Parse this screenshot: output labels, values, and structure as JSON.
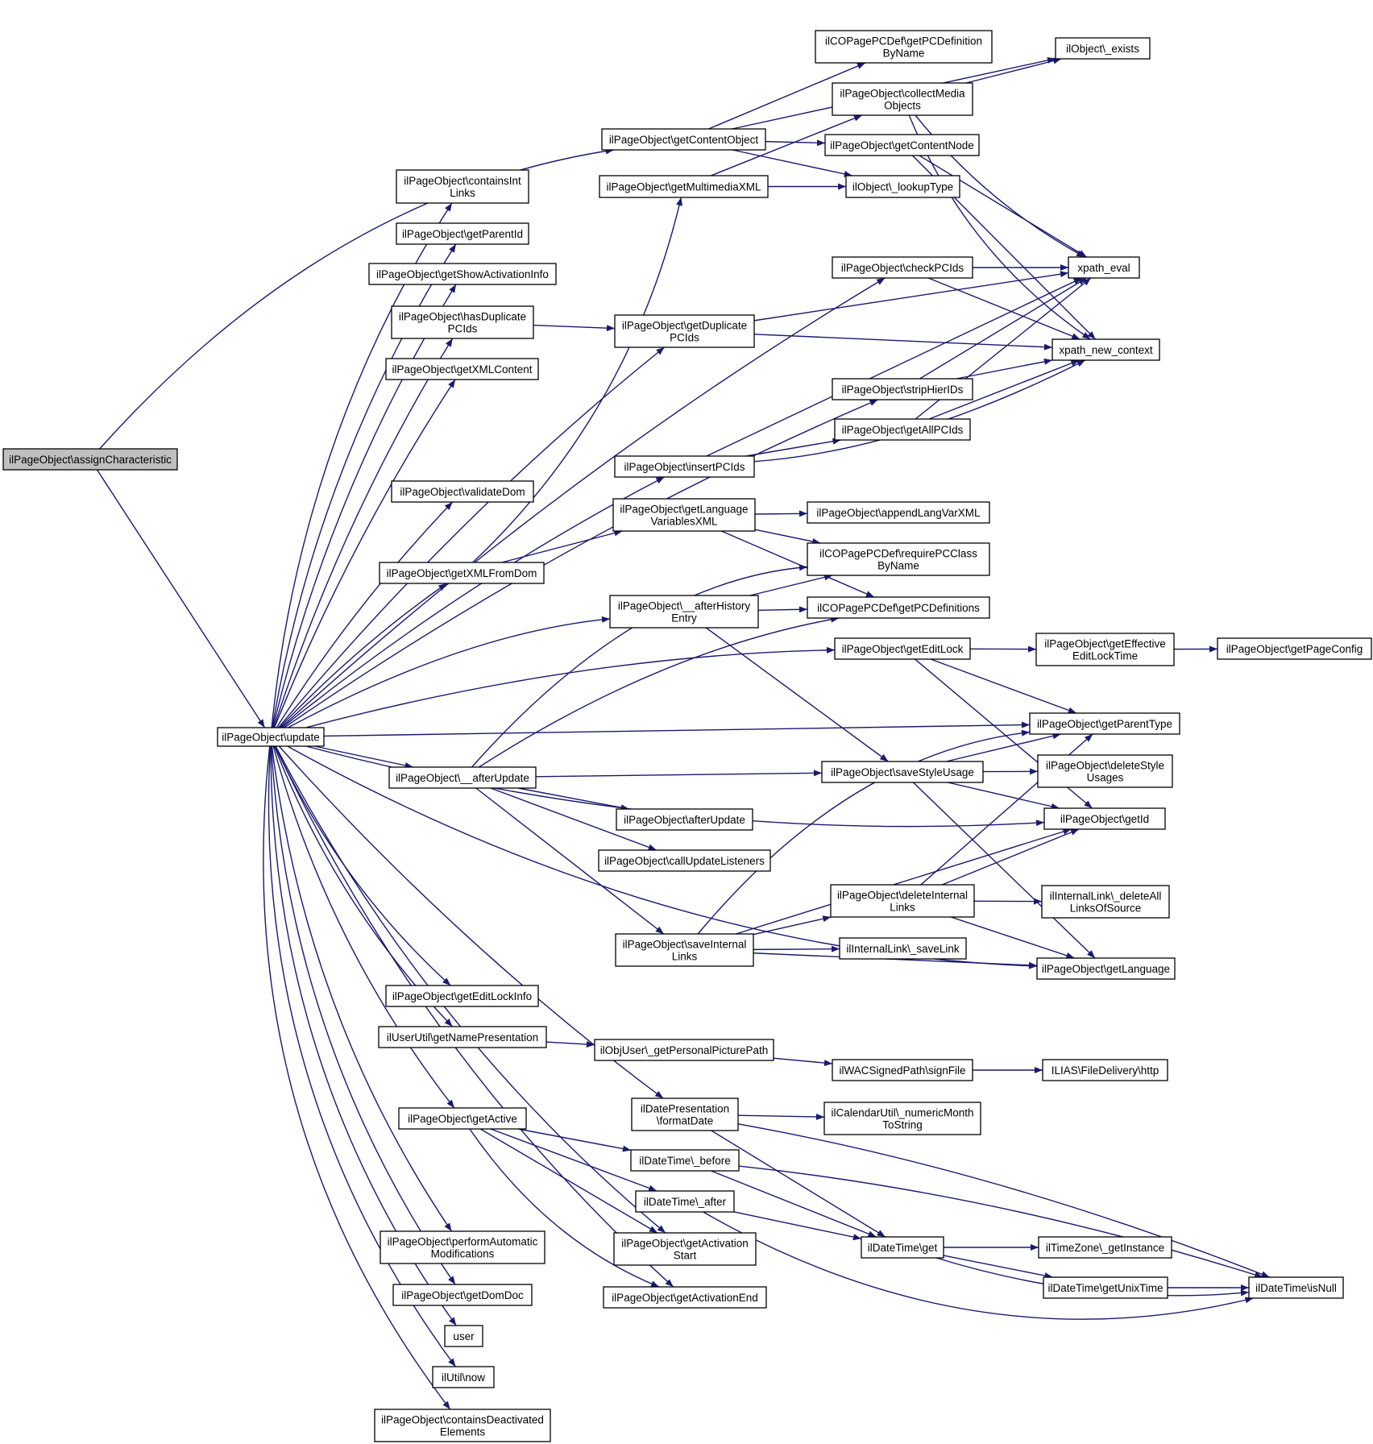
{
  "diagram": {
    "type": "call-graph",
    "colors": {
      "edge": "#191970",
      "node_border": "#000000",
      "root_fill": "#bfbfbf",
      "node_fill": "#ffffff"
    },
    "nodes": [
      {
        "id": "assignChar",
        "lines": [
          "ilPageObject\\assignCharacteristic"
        ],
        "root": true
      },
      {
        "id": "update",
        "lines": [
          "ilPageObject\\update"
        ]
      },
      {
        "id": "getContentObject",
        "lines": [
          "ilPageObject\\getContentObject"
        ]
      },
      {
        "id": "getPCDefByName",
        "lines": [
          "ilCOPagePCDef\\getPCDefinition",
          "ByName"
        ]
      },
      {
        "id": "exists",
        "lines": [
          "ilObject\\_exists"
        ]
      },
      {
        "id": "collectMedia",
        "lines": [
          "ilPageObject\\collectMedia",
          "Objects"
        ]
      },
      {
        "id": "getContentNode",
        "lines": [
          "ilPageObject\\getContentNode"
        ]
      },
      {
        "id": "lookupType",
        "lines": [
          "ilObject\\_lookupType"
        ]
      },
      {
        "id": "containsIntLinks",
        "lines": [
          "ilPageObject\\containsInt",
          "Links"
        ]
      },
      {
        "id": "getMultimediaXML",
        "lines": [
          "ilPageObject\\getMultimediaXML"
        ]
      },
      {
        "id": "getParentId",
        "lines": [
          "ilPageObject\\getParentId"
        ]
      },
      {
        "id": "checkPCIds",
        "lines": [
          "ilPageObject\\checkPCIds"
        ]
      },
      {
        "id": "xpathEval",
        "lines": [
          "xpath_eval"
        ]
      },
      {
        "id": "getShowActInfo",
        "lines": [
          "ilPageObject\\getShowActivationInfo"
        ]
      },
      {
        "id": "hasDupPCIds",
        "lines": [
          "ilPageObject\\hasDuplicate",
          "PCIds"
        ]
      },
      {
        "id": "getDupPCIds",
        "lines": [
          "ilPageObject\\getDuplicate",
          "PCIds"
        ]
      },
      {
        "id": "xpathNewCtx",
        "lines": [
          "xpath_new_context"
        ]
      },
      {
        "id": "getXMLContent",
        "lines": [
          "ilPageObject\\getXMLContent"
        ]
      },
      {
        "id": "stripHierIDs",
        "lines": [
          "ilPageObject\\stripHierIDs"
        ]
      },
      {
        "id": "getAllPCIds",
        "lines": [
          "ilPageObject\\getAllPCIds"
        ]
      },
      {
        "id": "insertPCIds",
        "lines": [
          "ilPageObject\\insertPCIds"
        ]
      },
      {
        "id": "validateDom",
        "lines": [
          "ilPageObject\\validateDom"
        ]
      },
      {
        "id": "getLangVarsXML",
        "lines": [
          "ilPageObject\\getLanguage",
          "VariablesXML"
        ]
      },
      {
        "id": "appendLangVarXML",
        "lines": [
          "ilPageObject\\appendLangVarXML"
        ]
      },
      {
        "id": "getXMLFromDom",
        "lines": [
          "ilPageObject\\getXMLFromDom"
        ]
      },
      {
        "id": "requirePCClass",
        "lines": [
          "ilCOPagePCDef\\requirePCClass",
          "ByName"
        ]
      },
      {
        "id": "afterHistEntry",
        "lines": [
          "ilPageObject\\__afterHistory",
          "Entry"
        ]
      },
      {
        "id": "getPCDefs",
        "lines": [
          "ilCOPagePCDef\\getPCDefinitions"
        ]
      },
      {
        "id": "getEditLock",
        "lines": [
          "ilPageObject\\getEditLock"
        ]
      },
      {
        "id": "getEffEditLock",
        "lines": [
          "ilPageObject\\getEffective",
          "EditLockTime"
        ]
      },
      {
        "id": "getPageConfig",
        "lines": [
          "ilPageObject\\getPageConfig"
        ]
      },
      {
        "id": "getParentType",
        "lines": [
          "ilPageObject\\getParentType"
        ]
      },
      {
        "id": "afterUpdateInt",
        "lines": [
          "ilPageObject\\__afterUpdate"
        ]
      },
      {
        "id": "saveStyleUsage",
        "lines": [
          "ilPageObject\\saveStyleUsage"
        ]
      },
      {
        "id": "deleteStyleUsages",
        "lines": [
          "ilPageObject\\deleteStyle",
          "Usages"
        ]
      },
      {
        "id": "afterUpdate",
        "lines": [
          "ilPageObject\\afterUpdate"
        ]
      },
      {
        "id": "getId",
        "lines": [
          "ilPageObject\\getId"
        ]
      },
      {
        "id": "callUpdListeners",
        "lines": [
          "ilPageObject\\callUpdateListeners"
        ]
      },
      {
        "id": "deleteIntLinks",
        "lines": [
          "ilPageObject\\deleteInternal",
          "Links"
        ]
      },
      {
        "id": "deleteAllLinks",
        "lines": [
          "ilInternalLink\\_deleteAll",
          "LinksOfSource"
        ]
      },
      {
        "id": "saveIntLinks",
        "lines": [
          "ilPageObject\\saveInternal",
          "Links"
        ]
      },
      {
        "id": "saveLink",
        "lines": [
          "ilInternalLink\\_saveLink"
        ]
      },
      {
        "id": "getLanguage",
        "lines": [
          "ilPageObject\\getLanguage"
        ]
      },
      {
        "id": "getEditLockInfo",
        "lines": [
          "ilPageObject\\getEditLockInfo"
        ]
      },
      {
        "id": "getNamePres",
        "lines": [
          "ilUserUtil\\getNamePresentation"
        ]
      },
      {
        "id": "getPersPic",
        "lines": [
          "ilObjUser\\_getPersonalPicturePath"
        ]
      },
      {
        "id": "signFile",
        "lines": [
          "ilWACSignedPath\\signFile"
        ]
      },
      {
        "id": "http",
        "lines": [
          "ILIAS\\FileDelivery\\http"
        ]
      },
      {
        "id": "formatDate",
        "lines": [
          "ilDatePresentation",
          "\\formatDate"
        ]
      },
      {
        "id": "numericMonth",
        "lines": [
          "ilCalendarUtil\\_numericMonth",
          "ToString"
        ]
      },
      {
        "id": "getActive",
        "lines": [
          "ilPageObject\\getActive"
        ]
      },
      {
        "id": "before",
        "lines": [
          "ilDateTime\\_before"
        ]
      },
      {
        "id": "after",
        "lines": [
          "ilDateTime\\_after"
        ]
      },
      {
        "id": "getActStart",
        "lines": [
          "ilPageObject\\getActivation",
          "Start"
        ]
      },
      {
        "id": "dtGet",
        "lines": [
          "ilDateTime\\get"
        ]
      },
      {
        "id": "getInstance",
        "lines": [
          "ilTimeZone\\_getInstance"
        ]
      },
      {
        "id": "getUnixTime",
        "lines": [
          "ilDateTime\\getUnixTime"
        ]
      },
      {
        "id": "isNull",
        "lines": [
          "ilDateTime\\isNull"
        ]
      },
      {
        "id": "perfAutoMod",
        "lines": [
          "ilPageObject\\performAutomatic",
          "Modifications"
        ]
      },
      {
        "id": "getDomDoc",
        "lines": [
          "ilPageObject\\getDomDoc"
        ]
      },
      {
        "id": "getActEnd",
        "lines": [
          "ilPageObject\\getActivationEnd"
        ]
      },
      {
        "id": "user",
        "lines": [
          "user"
        ]
      },
      {
        "id": "utilNow",
        "lines": [
          "ilUtil\\now"
        ]
      },
      {
        "id": "containsDeact",
        "lines": [
          "ilPageObject\\containsDeactivated",
          "Elements"
        ]
      }
    ],
    "edges": [
      [
        "assignChar",
        "getContentObject"
      ],
      [
        "assignChar",
        "update"
      ],
      [
        "update",
        "containsIntLinks"
      ],
      [
        "update",
        "getParentId"
      ],
      [
        "update",
        "getShowActInfo"
      ],
      [
        "update",
        "hasDupPCIds"
      ],
      [
        "update",
        "getXMLContent"
      ],
      [
        "update",
        "getDupPCIds"
      ],
      [
        "update",
        "checkPCIds"
      ],
      [
        "update",
        "validateDom"
      ],
      [
        "update",
        "stripHierIDs"
      ],
      [
        "update",
        "insertPCIds"
      ],
      [
        "update",
        "getXMLFromDom"
      ],
      [
        "update",
        "afterHistEntry"
      ],
      [
        "update",
        "getEditLock"
      ],
      [
        "update",
        "getParentType"
      ],
      [
        "update",
        "afterUpdateInt"
      ],
      [
        "update",
        "getId"
      ],
      [
        "update",
        "getLanguage"
      ],
      [
        "update",
        "getEditLockInfo"
      ],
      [
        "update",
        "getNamePres"
      ],
      [
        "update",
        "formatDate"
      ],
      [
        "update",
        "getActive"
      ],
      [
        "update",
        "getActStart"
      ],
      [
        "update",
        "getActEnd"
      ],
      [
        "update",
        "perfAutoMod"
      ],
      [
        "update",
        "getDomDoc"
      ],
      [
        "update",
        "user"
      ],
      [
        "update",
        "utilNow"
      ],
      [
        "update",
        "containsDeact"
      ],
      [
        "getContentObject",
        "getPCDefByName"
      ],
      [
        "getContentObject",
        "exists"
      ],
      [
        "getContentObject",
        "getContentNode"
      ],
      [
        "getContentObject",
        "lookupType"
      ],
      [
        "collectMedia",
        "exists"
      ],
      [
        "collectMedia",
        "xpathEval"
      ],
      [
        "collectMedia",
        "xpathNewCtx"
      ],
      [
        "getContentNode",
        "xpathEval"
      ],
      [
        "getContentNode",
        "xpathNewCtx"
      ],
      [
        "getMultimediaXML",
        "collectMedia"
      ],
      [
        "getMultimediaXML",
        "lookupType"
      ],
      [
        "checkPCIds",
        "xpathEval"
      ],
      [
        "checkPCIds",
        "xpathNewCtx"
      ],
      [
        "hasDupPCIds",
        "getDupPCIds"
      ],
      [
        "getDupPCIds",
        "xpathEval"
      ],
      [
        "getDupPCIds",
        "xpathNewCtx"
      ],
      [
        "stripHierIDs",
        "xpathEval"
      ],
      [
        "stripHierIDs",
        "xpathNewCtx"
      ],
      [
        "getAllPCIds",
        "xpathEval"
      ],
      [
        "getAllPCIds",
        "xpathNewCtx"
      ],
      [
        "insertPCIds",
        "getAllPCIds"
      ],
      [
        "insertPCIds",
        "xpathEval"
      ],
      [
        "insertPCIds",
        "xpathNewCtx"
      ],
      [
        "getXMLFromDom",
        "getMultimediaXML"
      ],
      [
        "getXMLFromDom",
        "getLangVarsXML"
      ],
      [
        "getLangVarsXML",
        "appendLangVarXML"
      ],
      [
        "getLangVarsXML",
        "requirePCClass"
      ],
      [
        "getLangVarsXML",
        "getPCDefs"
      ],
      [
        "afterHistEntry",
        "requirePCClass"
      ],
      [
        "afterHistEntry",
        "getPCDefs"
      ],
      [
        "afterHistEntry",
        "saveStyleUsage"
      ],
      [
        "getEditLock",
        "getEffEditLock"
      ],
      [
        "getEditLock",
        "getParentType"
      ],
      [
        "getEditLock",
        "getId"
      ],
      [
        "getEffEditLock",
        "getPageConfig"
      ],
      [
        "afterUpdateInt",
        "requirePCClass"
      ],
      [
        "afterUpdateInt",
        "getPCDefs"
      ],
      [
        "afterUpdateInt",
        "saveStyleUsage"
      ],
      [
        "afterUpdateInt",
        "afterUpdate"
      ],
      [
        "afterUpdateInt",
        "callUpdListeners"
      ],
      [
        "afterUpdateInt",
        "saveIntLinks"
      ],
      [
        "saveStyleUsage",
        "getParentType"
      ],
      [
        "saveStyleUsage",
        "deleteStyleUsages"
      ],
      [
        "saveStyleUsage",
        "getId"
      ],
      [
        "saveStyleUsage",
        "getLanguage"
      ],
      [
        "deleteIntLinks",
        "getParentType"
      ],
      [
        "deleteIntLinks",
        "getId"
      ],
      [
        "deleteIntLinks",
        "deleteAllLinks"
      ],
      [
        "deleteIntLinks",
        "getLanguage"
      ],
      [
        "saveIntLinks",
        "getParentType"
      ],
      [
        "saveIntLinks",
        "getId"
      ],
      [
        "saveIntLinks",
        "deleteIntLinks"
      ],
      [
        "saveIntLinks",
        "saveLink"
      ],
      [
        "saveIntLinks",
        "getLanguage"
      ],
      [
        "getNamePres",
        "getPersPic"
      ],
      [
        "getPersPic",
        "signFile"
      ],
      [
        "signFile",
        "http"
      ],
      [
        "formatDate",
        "numericMonth"
      ],
      [
        "formatDate",
        "dtGet"
      ],
      [
        "formatDate",
        "isNull"
      ],
      [
        "getActive",
        "before"
      ],
      [
        "getActive",
        "after"
      ],
      [
        "getActive",
        "getActStart"
      ],
      [
        "getActive",
        "getActEnd"
      ],
      [
        "before",
        "dtGet"
      ],
      [
        "before",
        "isNull"
      ],
      [
        "after",
        "dtGet"
      ],
      [
        "after",
        "isNull"
      ],
      [
        "dtGet",
        "getInstance"
      ],
      [
        "dtGet",
        "getUnixTime"
      ],
      [
        "dtGet",
        "isNull"
      ],
      [
        "getUnixTime",
        "isNull"
      ]
    ]
  }
}
